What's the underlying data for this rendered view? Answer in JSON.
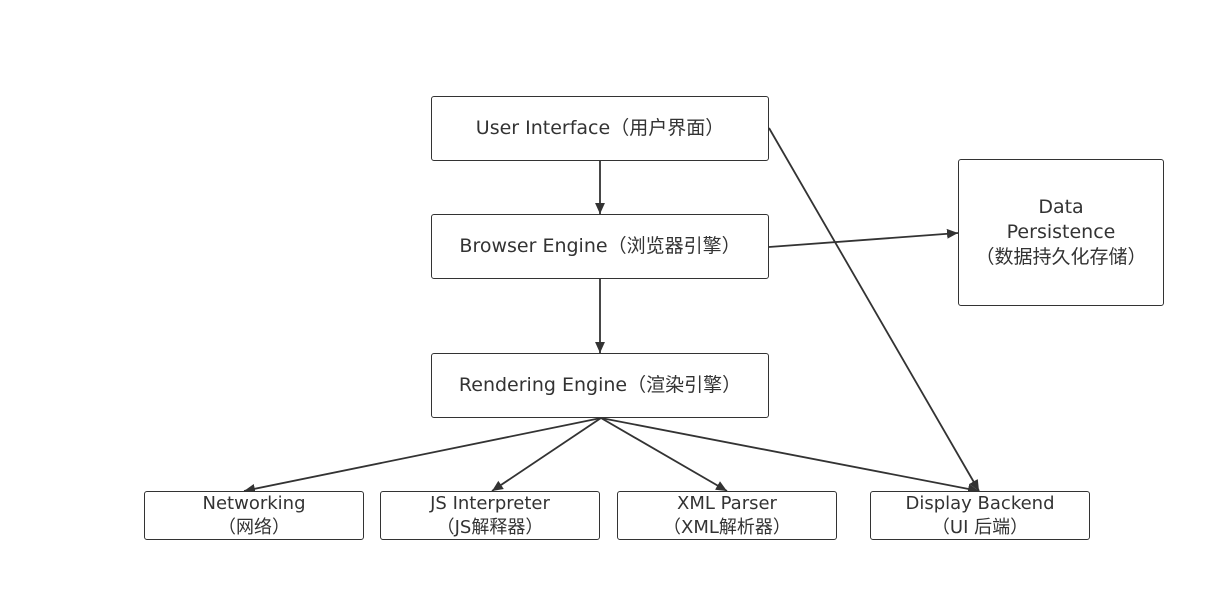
{
  "nodes": {
    "user_interface": {
      "lines": [
        "User Interface（用户界面）"
      ]
    },
    "browser_engine": {
      "lines": [
        "Browser Engine（浏览器引擎）"
      ]
    },
    "rendering_engine": {
      "lines": [
        "Rendering Engine（渲染引擎）"
      ]
    },
    "data_persistence": {
      "lines": [
        "Data",
        "Persistence",
        "（数据持久化存储）"
      ]
    },
    "networking": {
      "lines": [
        "Networking",
        "（网络）"
      ]
    },
    "js_interpreter": {
      "lines": [
        "JS Interpreter",
        "（JS解释器）"
      ]
    },
    "xml_parser": {
      "lines": [
        "XML Parser",
        "（XML解析器）"
      ]
    },
    "display_backend": {
      "lines": [
        "Display Backend",
        "（UI 后端）"
      ]
    }
  },
  "edges": [
    {
      "from": "user_interface",
      "to": "browser_engine"
    },
    {
      "from": "browser_engine",
      "to": "rendering_engine"
    },
    {
      "from": "browser_engine",
      "to": "data_persistence"
    },
    {
      "from": "user_interface",
      "to": "display_backend"
    },
    {
      "from": "rendering_engine",
      "to": "networking"
    },
    {
      "from": "rendering_engine",
      "to": "js_interpreter"
    },
    {
      "from": "rendering_engine",
      "to": "xml_parser"
    },
    {
      "from": "rendering_engine",
      "to": "display_backend"
    }
  ],
  "colors": {
    "stroke": "#333333",
    "text": "#333333",
    "background": "#ffffff"
  }
}
